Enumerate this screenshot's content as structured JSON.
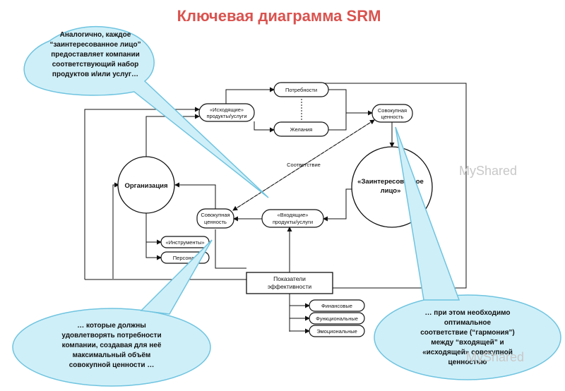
{
  "title": "Ключевая диаграмма SRM",
  "nodes": {
    "needs": "Потребности",
    "wants": "Желания",
    "outgoing_1": "«Исходящие»",
    "outgoing_2": "продукты/услуги",
    "total_value_top_1": "Совокупная",
    "total_value_top_2": "ценность",
    "organization": "Организация",
    "stakeholder_1": "«Заинтересованное",
    "stakeholder_2": "лицо»",
    "total_value_mid_1": "Совокупная",
    "total_value_mid_2": "ценность",
    "incoming_1": "«Входящие»",
    "incoming_2": "продукты/услуги",
    "instruments": "«Инструменты»",
    "personnel": "Персонал",
    "kpi_1": "Показатели",
    "kpi_2": "эффективности",
    "financial": "Финансовые",
    "functional": "Функциональные",
    "emotional": "Эмоциональные",
    "correspondence": "Соответствие"
  },
  "callouts": {
    "top_left": [
      "Аналогично, каждое",
      "“заинтересованное лицо”",
      "предоставляет компании",
      "соответствующий набор",
      "продуктов и/или услуг…"
    ],
    "bottom_left": [
      "… которые должны",
      "удовлетворять потребности",
      "компании, создавая для неё",
      "максимальный объём",
      "совокупной ценности …"
    ],
    "bottom_right": [
      "… при этом необходимо",
      "оптимальное",
      "соответствие (“гармония”)",
      "между “входящей” и",
      "«исходящей» совокупной",
      "ценностью"
    ]
  },
  "watermark": "MyShared",
  "colors": {
    "title": "#d9534f",
    "callout_fill": "#cfeff8",
    "callout_stroke": "#6fc4e0"
  }
}
